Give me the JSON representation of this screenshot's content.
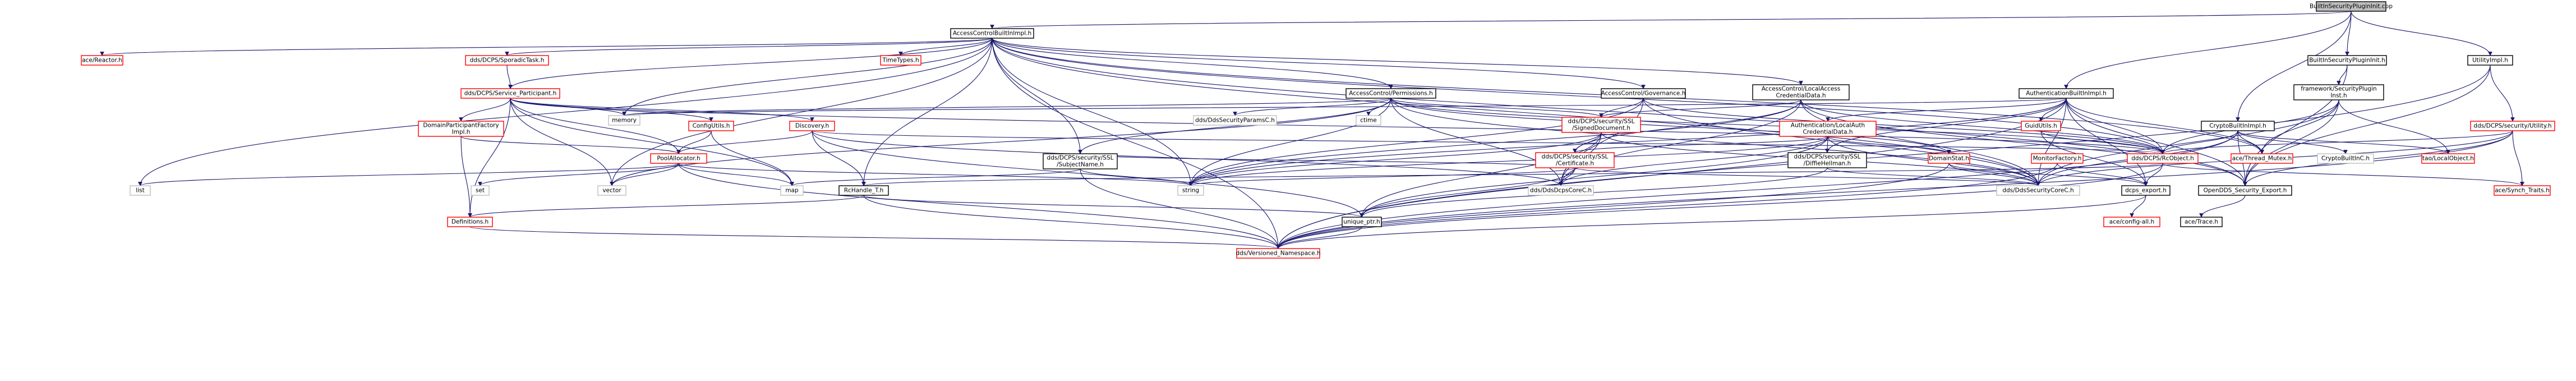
{
  "colors": {
    "node_fill": "#ffffff",
    "root_fill": "#bfbfbf",
    "border_documented": "#000000",
    "border_undocumented": "#ff0000",
    "text": "#000000",
    "edge": "#191970"
  },
  "nodes": {
    "root": {
      "lines": [
        "BuiltInSecurityPluginInit.cpp"
      ],
      "style": "root"
    },
    "accesscontrolbuiltin": {
      "lines": [
        "AccessControlBuiltInImpl.h"
      ],
      "style": "doc"
    },
    "builtinpluginh": {
      "lines": [
        "BuiltInSecurityPluginInit.h"
      ],
      "style": "doc"
    },
    "utilityimpl": {
      "lines": [
        "UtilityImpl.h"
      ],
      "style": "doc"
    },
    "reactor": {
      "lines": [
        "ace/Reactor.h"
      ],
      "style": "undoc"
    },
    "sporadictask": {
      "lines": [
        "dds/DCPS/SporadicTask.h"
      ],
      "style": "undoc"
    },
    "timetypes": {
      "lines": [
        "TimeTypes.h"
      ],
      "style": "undoc"
    },
    "serviceparticipant": {
      "lines": [
        "dds/DCPS/Service_Participant.h"
      ],
      "style": "undoc"
    },
    "permissions": {
      "lines": [
        "AccessControl/Permissions.h"
      ],
      "style": "doc"
    },
    "governance": {
      "lines": [
        "AccessControl/Governance.h"
      ],
      "style": "doc"
    },
    "localaccess": {
      "lines": [
        "AccessControl/LocalAccess",
        "CredentialData.h"
      ],
      "style": "doc"
    },
    "authbuiltin": {
      "lines": [
        "AuthenticationBuiltInImpl.h"
      ],
      "style": "doc"
    },
    "framework": {
      "lines": [
        "framework/SecurityPlugin",
        "Inst.h"
      ],
      "style": "doc"
    },
    "memory": {
      "lines": [
        "memory"
      ],
      "style": "gray"
    },
    "domainparticipantfactory": {
      "lines": [
        "DomainParticipantFactory",
        "Impl.h"
      ],
      "style": "undoc"
    },
    "configutils": {
      "lines": [
        "ConfigUtils.h"
      ],
      "style": "undoc"
    },
    "discovery": {
      "lines": [
        "Discovery.h"
      ],
      "style": "undoc"
    },
    "ddssecurityparamsc": {
      "lines": [
        "dds/DdsSecurityParamsC.h"
      ],
      "style": "gray"
    },
    "ctime": {
      "lines": [
        "ctime"
      ],
      "style": "gray"
    },
    "signeddocument": {
      "lines": [
        "dds/DCPS/security/SSL",
        "/SignedDocument.h"
      ],
      "style": "undoc"
    },
    "authlocalauth": {
      "lines": [
        "Authentication/LocalAuth",
        "CredentialData.h"
      ],
      "style": "undoc"
    },
    "guidutils": {
      "lines": [
        "GuidUtils.h"
      ],
      "style": "undoc"
    },
    "cryptobuiltin": {
      "lines": [
        "CryptoBuiltInImpl.h"
      ],
      "style": "doc"
    },
    "securityutility": {
      "lines": [
        "dds/DCPS/security/Utility.h"
      ],
      "style": "undoc"
    },
    "podallocator": {
      "lines": [
        "PoolAllocator.h"
      ],
      "style": "undoc"
    },
    "subjectname": {
      "lines": [
        "dds/DCPS/security/SSL",
        "/SubjectName.h"
      ],
      "style": "doc"
    },
    "certificate": {
      "lines": [
        "dds/DCPS/security/SSL",
        "/Certificate.h"
      ],
      "style": "undoc"
    },
    "diffiehellman": {
      "lines": [
        "dds/DCPS/security/SSL",
        "/DiffieHellman.h"
      ],
      "style": "doc"
    },
    "domainstat": {
      "lines": [
        "DomainStat.h"
      ],
      "style": "undoc"
    },
    "monitorfactory": {
      "lines": [
        "MonitorFactory.h"
      ],
      "style": "undoc"
    },
    "rcobject": {
      "lines": [
        "dds/DCPS/RcObject.h"
      ],
      "style": "undoc"
    },
    "threadmutex": {
      "lines": [
        "ace/Thread_Mutex.h"
      ],
      "style": "undoc"
    },
    "cryptobuiltinc": {
      "lines": [
        "CryptoBuiltInC.h"
      ],
      "style": "gray"
    },
    "localobject": {
      "lines": [
        "tao/LocalObject.h"
      ],
      "style": "undoc"
    },
    "list": {
      "lines": [
        "list"
      ],
      "style": "gray"
    },
    "set": {
      "lines": [
        "set"
      ],
      "style": "gray"
    },
    "vector": {
      "lines": [
        "vector"
      ],
      "style": "gray"
    },
    "map": {
      "lines": [
        "map"
      ],
      "style": "gray"
    },
    "string": {
      "lines": [
        "string"
      ],
      "style": "gray"
    },
    "rchandle": {
      "lines": [
        "RcHandle_T.h"
      ],
      "style": "doc"
    },
    "ddsdcpscorec": {
      "lines": [
        "dds/DdsDcpsCoreC.h"
      ],
      "style": "gray"
    },
    "ddssecuritycorec": {
      "lines": [
        "dds/DdsSecurityCoreC.h"
      ],
      "style": "gray"
    },
    "ddsexport": {
      "lines": [
        "dcps_export.h"
      ],
      "style": "doc"
    },
    "opendds_security_export": {
      "lines": [
        "OpenDDS_Security_Export.h"
      ],
      "style": "doc"
    },
    "synchtraits": {
      "lines": [
        "ace/Synch_Traits.h"
      ],
      "style": "undoc"
    },
    "definitions": {
      "lines": [
        "Definitions.h"
      ],
      "style": "undoc"
    },
    "uniqueptr": {
      "lines": [
        "unique_ptr.h"
      ],
      "style": "doc"
    },
    "aceconfig": {
      "lines": [
        "ace/config-all.h"
      ],
      "style": "undoc"
    },
    "acetrace": {
      "lines": [
        "ace/Trace.h"
      ],
      "style": "doc"
    },
    "versioned": {
      "lines": [
        "dds/Versioned_Namespace.h"
      ],
      "style": "undoc"
    }
  }
}
